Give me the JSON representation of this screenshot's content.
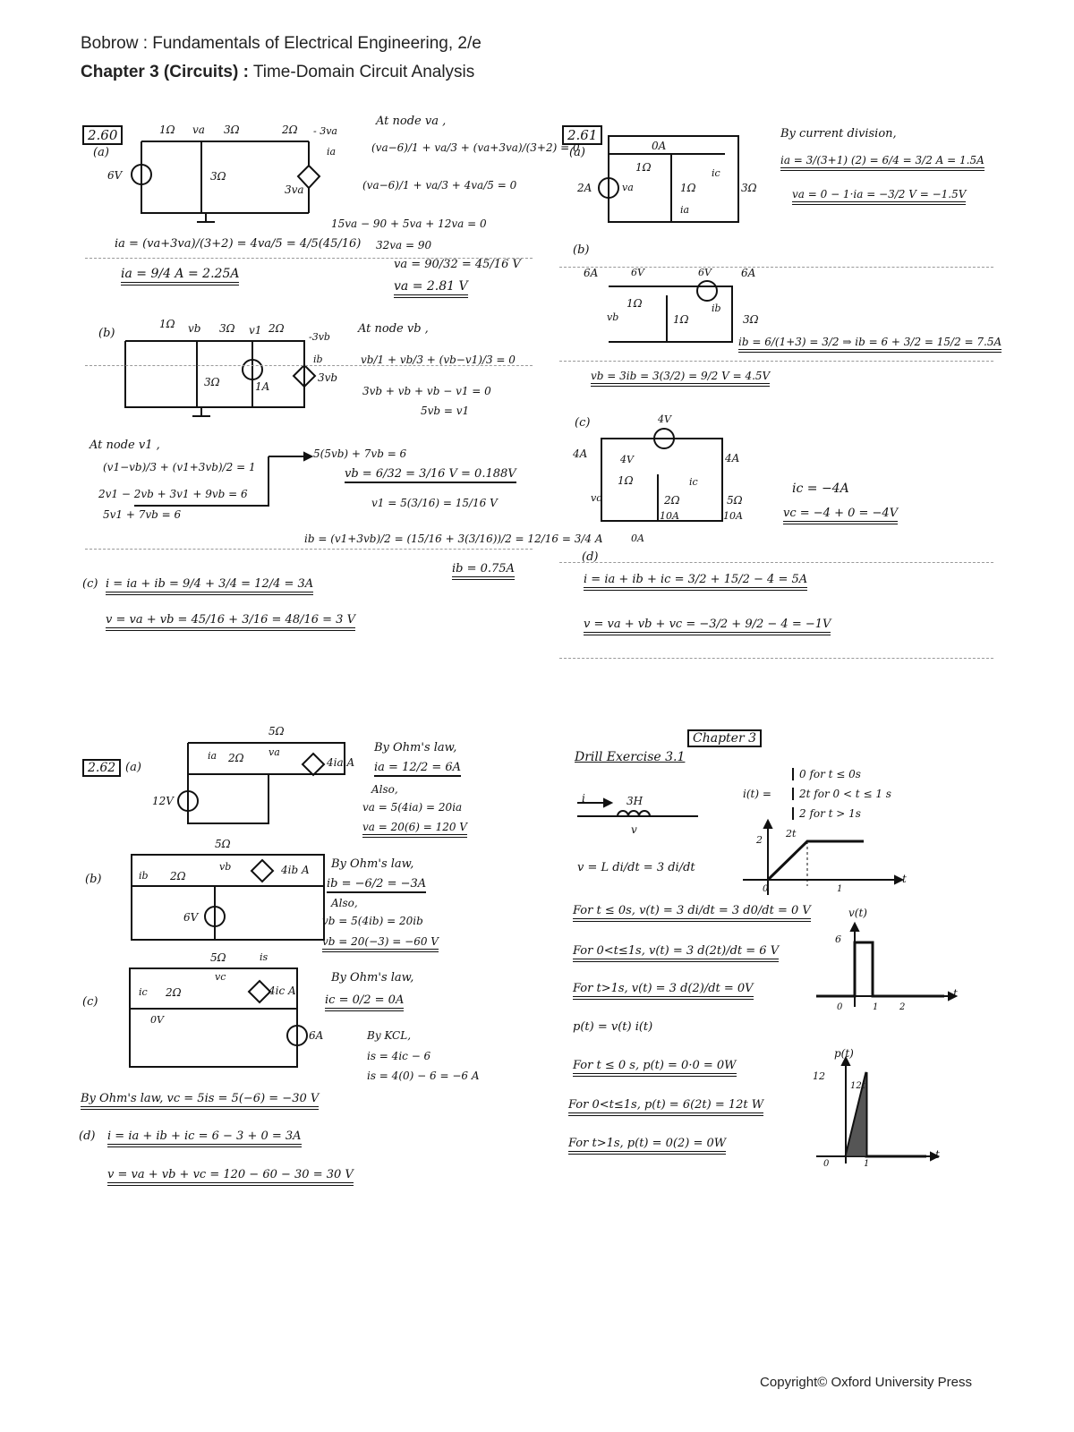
{
  "header": {
    "line1": "Bobrow : Fundamentals of Electrical Engineering, 2/e",
    "chapter_bold": "Chapter 3 (Circuits) :",
    "chapter_rest": " Time-Domain Circuit Analysis"
  },
  "p260": {
    "label": "2.60",
    "a": {
      "part": "(a)",
      "source": "6V",
      "r1": "1Ω",
      "r2": "3Ω",
      "r3": "3Ω",
      "r4": "2Ω",
      "node": "va",
      "dep": "3va",
      "dep_top": "- 3va",
      "ia": "ia",
      "l1": "At node va ,",
      "l2": "(va−6)/1 + va/3 + (va+3va)/(3+2) = 0",
      "l3": "(va−6)/1 + va/3 + 4va/5 = 0",
      "l4": "15va − 90 + 5va + 12va = 0",
      "l5": "32va = 90",
      "l6": "va = 90/32 = 45/16 V",
      "l7": "va = 2.81 V",
      "l8": "ia = (va+3va)/(3+2) = 4va/5 = 4/5(45/16)",
      "l9": "ia = 9/4 A = 2.25A"
    },
    "b": {
      "part": "(b)",
      "r1": "1Ω",
      "r2": "3Ω",
      "r3": "2Ω",
      "r4": "3Ω",
      "src": "1A",
      "vb": "vb",
      "v1": "v1",
      "dep": "3vb",
      "dep_top": "-3vb",
      "ib": "ib",
      "l1": "At node vb ,",
      "l2": "vb/1 + vb/3 + (vb−v1)/3 = 0",
      "l3": "3vb + vb + vb − v1 = 0",
      "l4": "5vb = v1",
      "l5": "At node v1 ,",
      "l6": "(v1−vb)/3 + (v1+3vb)/2 = 1",
      "l7": "2v1 − 2vb + 3v1 + 9vb = 6",
      "l8": "5v1 + 7vb = 6",
      "l9": "5(5vb) + 7vb = 6",
      "l10": "vb = 6/32 = 3/16 V = 0.188V",
      "l11": "v1 = 5(3/16) = 15/16 V",
      "l12": "ib = (v1+3vb)/2 = (15/16 + 3(3/16))/2 = 12/16 = 3/4 A",
      "l13": "ib = 0.75A"
    },
    "c": {
      "part": "(c)",
      "l1": "i = ia + ib = 9/4 + 3/4 = 12/4 = 3A",
      "l2": "v = va + vb = 45/16 + 3/16 = 48/16 = 3 V"
    }
  },
  "p261": {
    "label": "2.61",
    "a": {
      "part": "(a)",
      "src": "2A",
      "r1": "1Ω",
      "r2": "1Ω",
      "r3": "3Ω",
      "top": "0A",
      "va": "va",
      "ic": "ic",
      "ia": "ia",
      "l1": "By current division,",
      "l2": "ia = 3/(3+1) (2) = 6/4 = 3/2 A = 1.5A",
      "l3": "va = 0 − 1·ia = −3/2 V = −1.5V"
    },
    "b": {
      "part": "(b)",
      "src1": "6A",
      "src2": "6A",
      "v1": "6V",
      "v2": "6V",
      "r1": "1Ω",
      "r2": "1Ω",
      "r3": "3Ω",
      "vb": "vb",
      "ib": "ib",
      "l1": "ib = 6/(1+3) = 3/2 ⇒ ib = 6 + 3/2 = 15/2 = 7.5A",
      "l2": "vb = 3ib = 3(3/2) = 9/2 V = 4.5V"
    },
    "c": {
      "part": "(c)",
      "src": "4V",
      "i1": "4A",
      "i2": "4A",
      "v4": "4V",
      "r1": "1Ω",
      "r2": "2Ω",
      "r3": "5Ω",
      "i10a": "10A",
      "i10b": "10A",
      "i0": "0A",
      "vc": "vc",
      "ic": "ic",
      "l1": "ic = −4A",
      "l2": "vc = −4 + 0 = −4V"
    },
    "d": {
      "part": "(d)",
      "l1": "i = ia + ib + ic = 3/2 + 15/2 − 4 = 5A",
      "l2": "v = va + vb + vc = −3/2 + 9/2 − 4 = −1V"
    }
  },
  "p262": {
    "label": "2.62",
    "a": {
      "part": "(a)",
      "r5": "5Ω",
      "r2": "2Ω",
      "src": "12V",
      "dep": "4ia A",
      "ia": "ia",
      "va": "va",
      "l1": "By Ohm's law,",
      "l2": "ia = 12/2 = 6A",
      "l3": "Also,",
      "l4": "va = 5(4ia) = 20ia",
      "l5": "va = 20(6) = 120 V"
    },
    "b": {
      "part": "(b)",
      "r5": "5Ω",
      "r2": "2Ω",
      "src": "6V",
      "dep": "4ib A",
      "ib": "ib",
      "vb": "vb",
      "l1": "By Ohm's law,",
      "l2": "ib = −6/2 = −3A",
      "l3": "Also,",
      "l4": "vb = 5(4ib) = 20ib",
      "l5": "vb = 20(−3) = −60 V"
    },
    "c": {
      "part": "(c)",
      "r5": "5Ω",
      "r2": "2Ω",
      "src": "6A",
      "dep": "4ic A",
      "ic": "ic",
      "is": "is",
      "vc": "vc",
      "ov": "0V",
      "l1": "By Ohm's law,",
      "l2": "ic = 0/2 = 0A",
      "l3": "By KCL,",
      "l4": "is = 4ic − 6",
      "l5": "is = 4(0) − 6 = −6 A",
      "l6": "By Ohm's law, vc = 5is = 5(−6) = −30 V"
    },
    "d": {
      "part": "(d)",
      "l1": "i = ia + ib + ic = 6 − 3 + 0 = 3A",
      "l2": "v = va + vb + vc = 120 − 60 − 30 = 30 V"
    }
  },
  "drill": {
    "chapter": "Chapter 3",
    "title": "Drill Exercise 3.1",
    "ind": "3H",
    "i": "i",
    "v": "v",
    "def_lhs": "i(t) =",
    "def1": "0   for  t ≤ 0s",
    "def2": "2t  for  0 < t ≤ 1 s",
    "def3": "2   for  t > 1s",
    "l1": "v = L di/dt = 3 di/dt",
    "l2": "For t ≤ 0s, v(t) = 3 di/dt = 3 d0/dt = 0 V",
    "l3": "For 0<t≤1s, v(t) = 3 d(2t)/dt = 6 V",
    "l4": "For t>1s, v(t) = 3 d(2)/dt = 0V",
    "l5": "p(t) = v(t) i(t)",
    "l6": "For t ≤ 0 s,  p(t) = 0·0 = 0W",
    "l7": "For 0<t≤1s, p(t) = 6(2t) = 12t W",
    "l8": "For t>1s, p(t) = 0(2) = 0W",
    "g1": {
      "y_tick": "2",
      "curve": "2t",
      "axis_t": "t",
      "x0": "0",
      "x1": "1"
    },
    "g2": {
      "label": "v(t)",
      "y_tick": "6",
      "axis_t": "t",
      "x0": "0",
      "x1": "1",
      "x2": "2"
    },
    "g3": {
      "label": "p(t)",
      "y_tick": "12",
      "curve": "12t",
      "axis_t": "t",
      "x0": "0",
      "x1": "1"
    }
  },
  "footer": "Copyright© Oxford University Press"
}
